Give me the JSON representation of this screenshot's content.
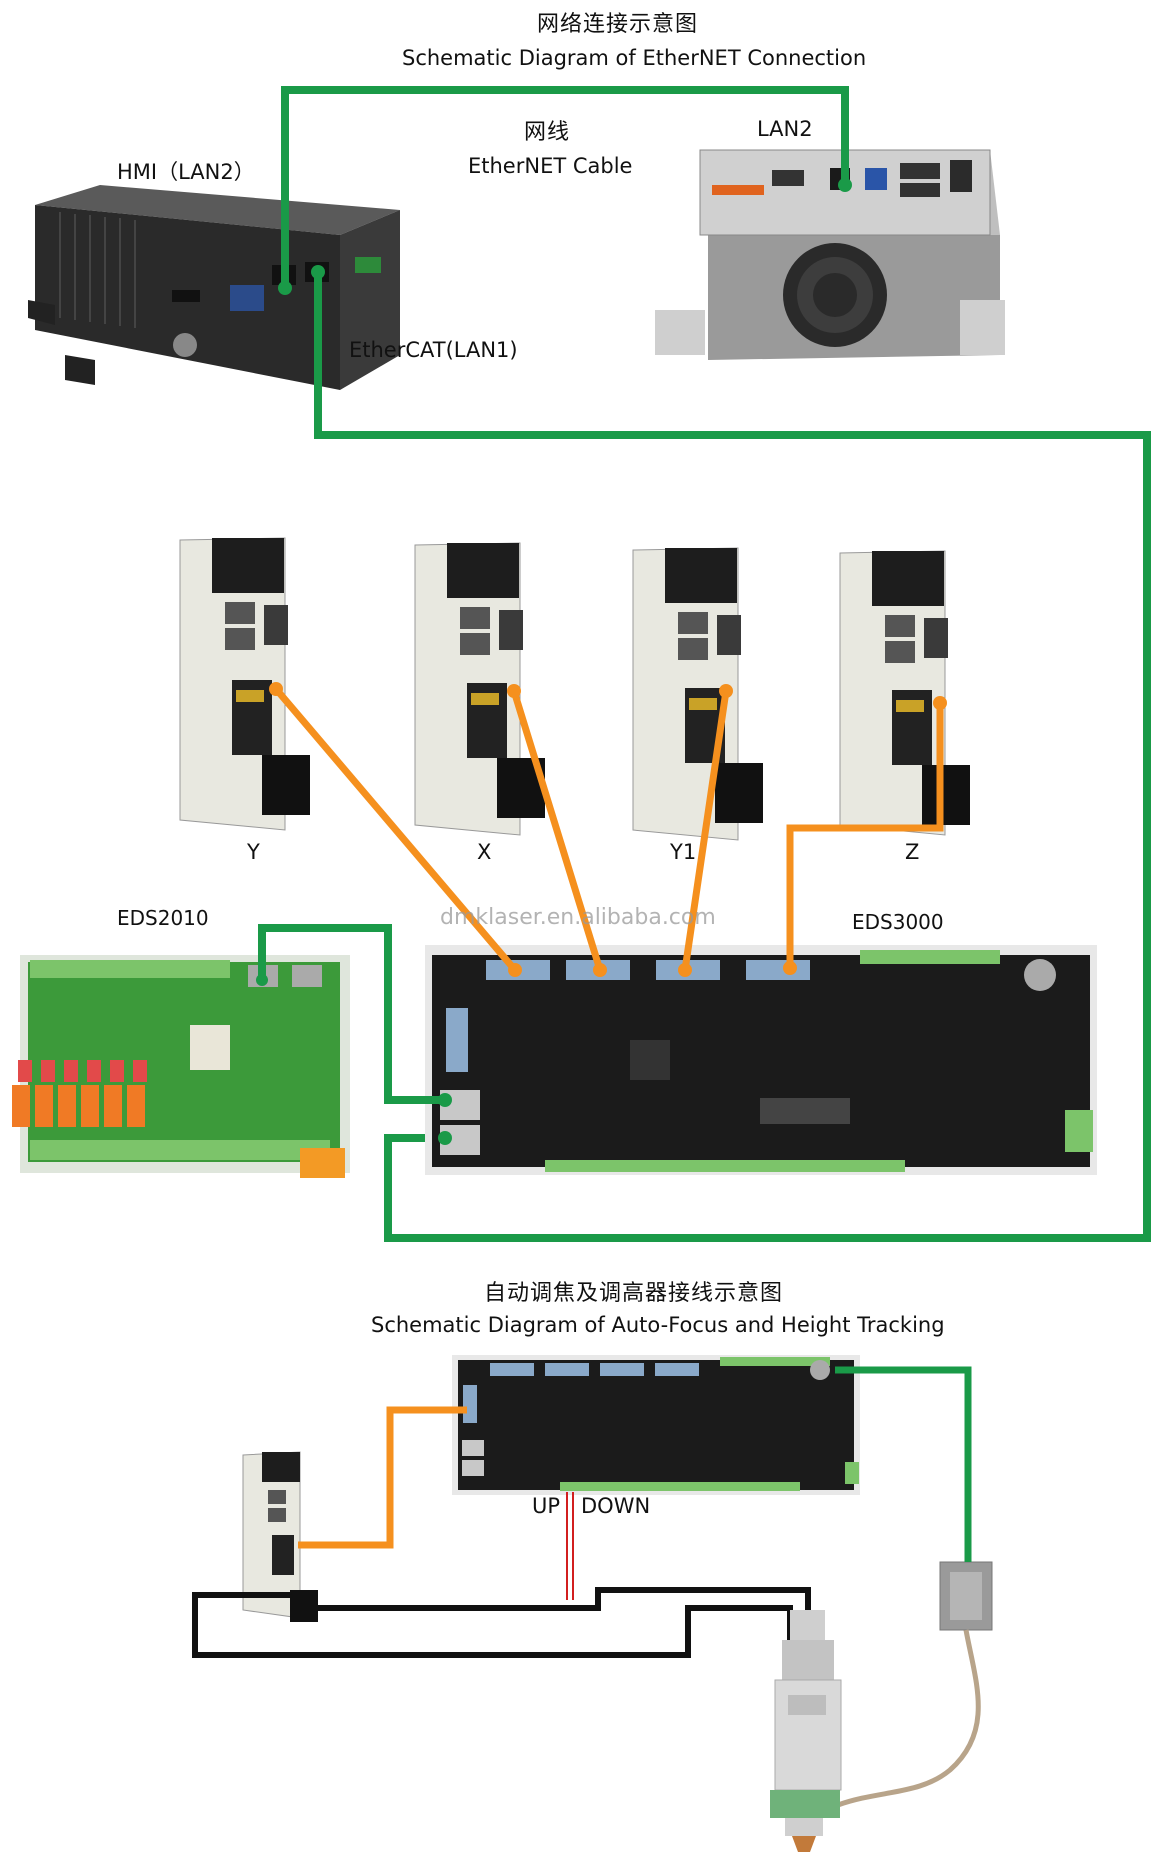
{
  "network": {
    "title_cn": "网络连接示意图",
    "title_en": "Schematic Diagram of EtherNET Connection",
    "cable_cn": "网线",
    "cable_en": "EtherNET Cable",
    "hmi_label": "HMI（LAN2）",
    "lan2_label": "LAN2",
    "ethercat_label": "EtherCAT(LAN1)"
  },
  "servo_axes": [
    "Y",
    "X",
    "Y1",
    "Z"
  ],
  "boards": {
    "io_board": "EDS2010",
    "controller": "EDS3000"
  },
  "watermark": "dmklaser.en.alibaba.com",
  "autofocus": {
    "title_cn": "自动调焦及调高器接线示意图",
    "title_en": "Schematic Diagram of Auto-Focus and Height Tracking",
    "up_label": "UP",
    "down_label": "DOWN"
  },
  "colors": {
    "ethernet_cable": "#1a9a48",
    "servo_cable": "#f5901e",
    "motor_cable": "#111111",
    "updown_wire": "#d21f1f",
    "board_pcb": "#1b1b1b",
    "io_pcb": "#3c9a3a"
  },
  "icons": [
    "hmi-box-icon",
    "industrial-pc-icon",
    "servo-drive-icon",
    "controller-board-icon",
    "io-board-icon",
    "amplifier-icon",
    "laser-head-icon"
  ]
}
